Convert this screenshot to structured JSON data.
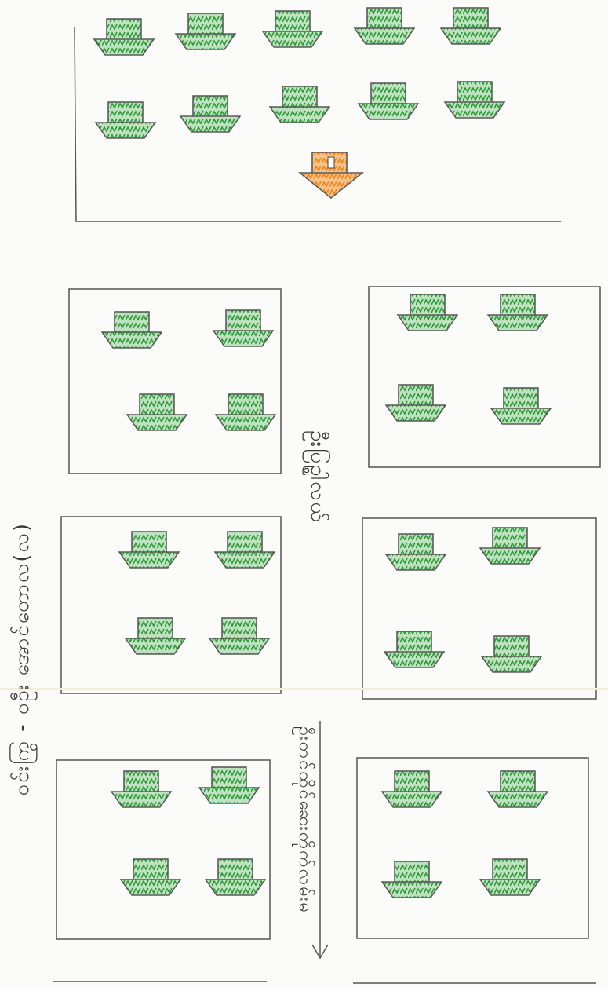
{
  "labels": {
    "top_right": "ဦးပြဥ္ဂါလယ်",
    "left": "ဝင်းကြွ - ဝဦး အောင်တောလ(လ)",
    "road": "ဦးတင်ထိုင်ဆေးတိုက်လမ်းမ"
  },
  "colors": {
    "house_fill": "#2f9a3a",
    "highlight_house_fill": "#f08a1c",
    "line": "#555555"
  },
  "icons": {
    "house": "house-sketch-icon",
    "highlight_house": "highlighted-house-icon",
    "road_arrow": "arrow-down-icon"
  },
  "highlight_house": {
    "index": 1,
    "note": ""
  }
}
